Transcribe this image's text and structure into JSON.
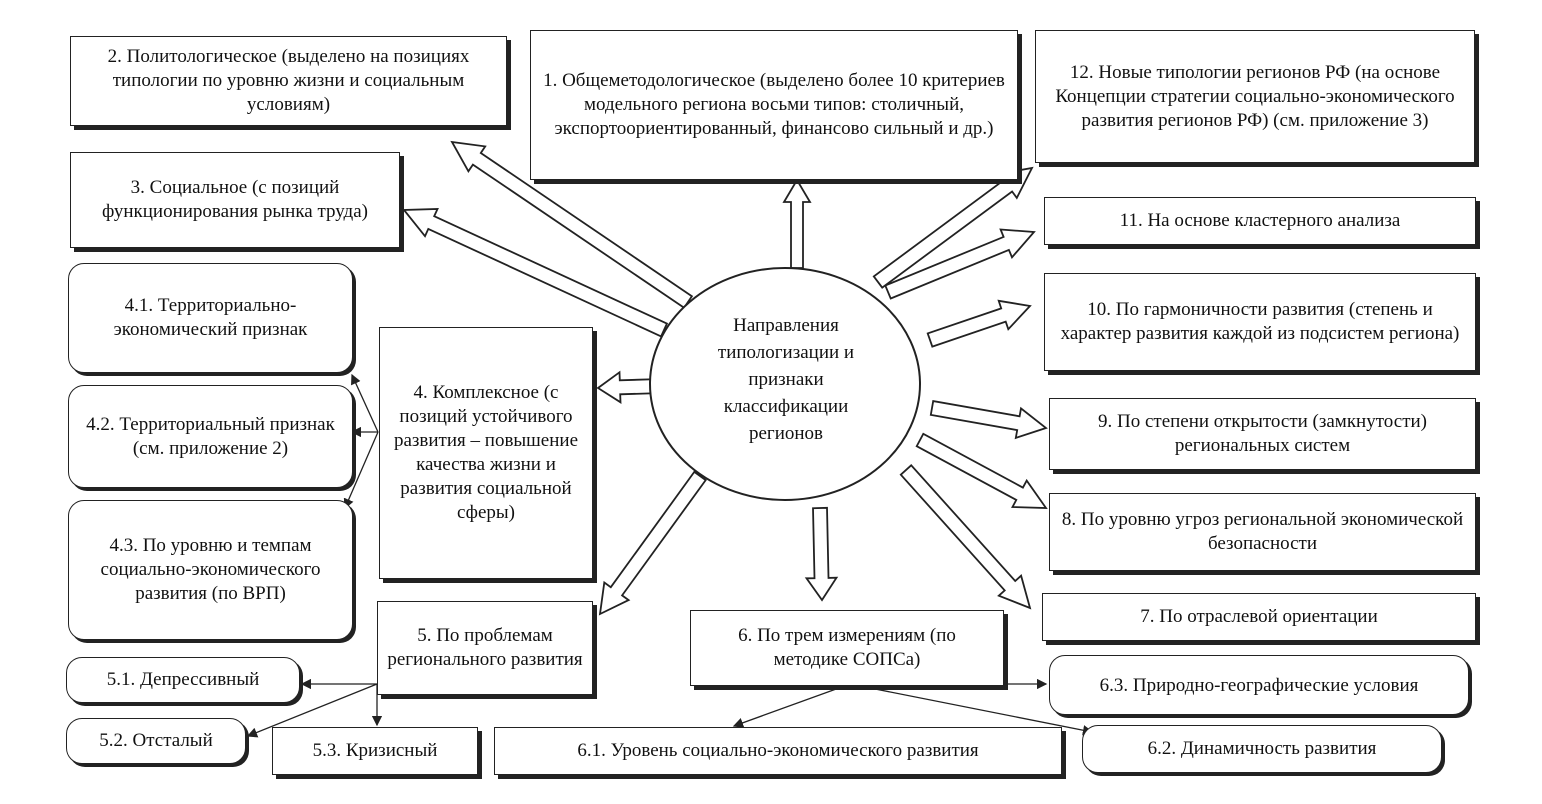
{
  "center": "Направления типологизации и признаки классификации регионов",
  "nodes": {
    "n1": "1. Общеметодологическое (выделено более 10 критериев модельного региона восьми типов: столичный, экспортоориентированный, финансово сильный и др.)",
    "n2": "2. Политологическое (выделено на позициях типологии по уровню жизни и социальным условиям)",
    "n3": "3. Социальное (с позиций функционирования рынка труда)",
    "n4": "4. Комплексное (с позиций устойчивого развития – повышение качества жизни и развития социальной сферы)",
    "n4_1": "4.1. Территориально-экономический признак",
    "n4_2": "4.2. Территориальный признак (см. приложение 2)",
    "n4_3": "4.3. По уровню и темпам социально-экономического развития (по ВРП)",
    "n5": "5. По проблемам регионального развития",
    "n5_1": "5.1. Депрессивный",
    "n5_2": "5.2. Отсталый",
    "n5_3": "5.3. Кризисный",
    "n6": "6. По трем измерениям (по методике СОПСа)",
    "n6_1": "6.1. Уровень социально-экономического развития",
    "n6_2": "6.2. Динамичность развития",
    "n6_3": "6.3. Природно-географические условия",
    "n7": "7. По отраслевой ориентации",
    "n8": "8. По уровню угроз региональной экономической безопасности",
    "n9": "9. По степени открытости (замкнутости) региональных систем",
    "n10": "10. По гармоничности развития (степень и характер развития каждой из подсистем региона)",
    "n11": "11. На основе кластерного анализа",
    "n12": "12. Новые типологии регионов РФ (на основе Концепции стратегии социально-экономического развития регионов РФ) (см. приложение 3)"
  }
}
